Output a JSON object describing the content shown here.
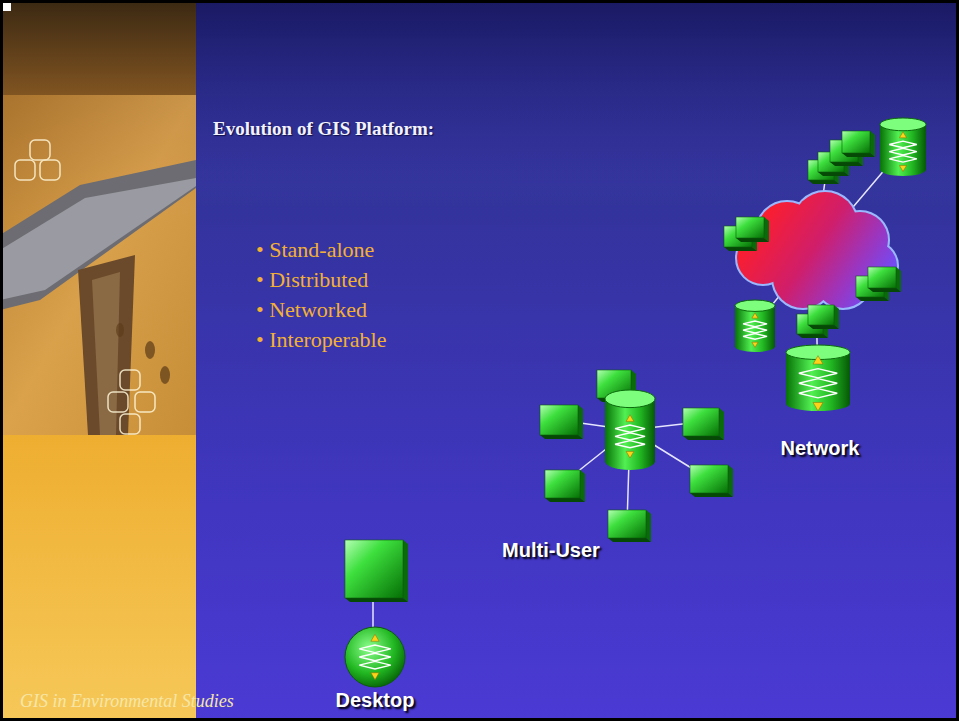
{
  "diagram": {
    "title": "Evolution of GIS Platform:",
    "caption": "GIS in Environmental Studies",
    "nodes": [
      {
        "text": [
          "Network"
        ]
      },
      {
        "text": [
          "Multi-User"
        ]
      },
      {
        "text": [
          "Desktop"
        ]
      }
    ],
    "labels": [
      "• Stand-alone",
      "• Distributed",
      "• Networked",
      "• Interoperable"
    ]
  }
}
